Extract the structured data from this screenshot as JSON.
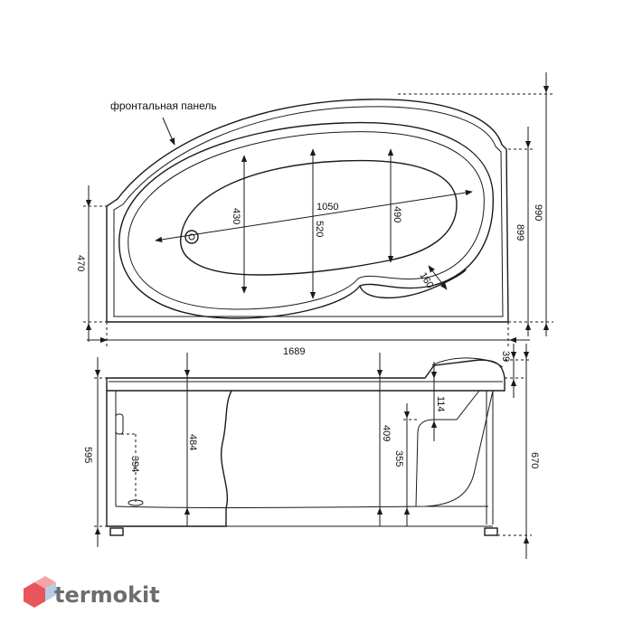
{
  "top_view": {
    "label_panel": "фронтальная панель",
    "dims": {
      "length": "1689",
      "bowl_length": "1050",
      "width_total": "990",
      "width_side": "899",
      "left_height": "470",
      "inner_430": "430",
      "inner_520": "520",
      "inner_490": "490",
      "seat_160": "160"
    }
  },
  "side_view": {
    "dims": {
      "height_595": "595",
      "depth_484": "484",
      "drain_394": "394",
      "depth_409": "409",
      "seat_355": "355",
      "seat_114": "114",
      "headrest_39": "39",
      "height_670": "670"
    }
  },
  "watermark": {
    "brand": "termokit",
    "colors": {
      "cube_top": "#f4a4a4",
      "cube_left": "#e8555a",
      "cube_right": "#b5cde6",
      "text": "#6d6d6d"
    }
  }
}
